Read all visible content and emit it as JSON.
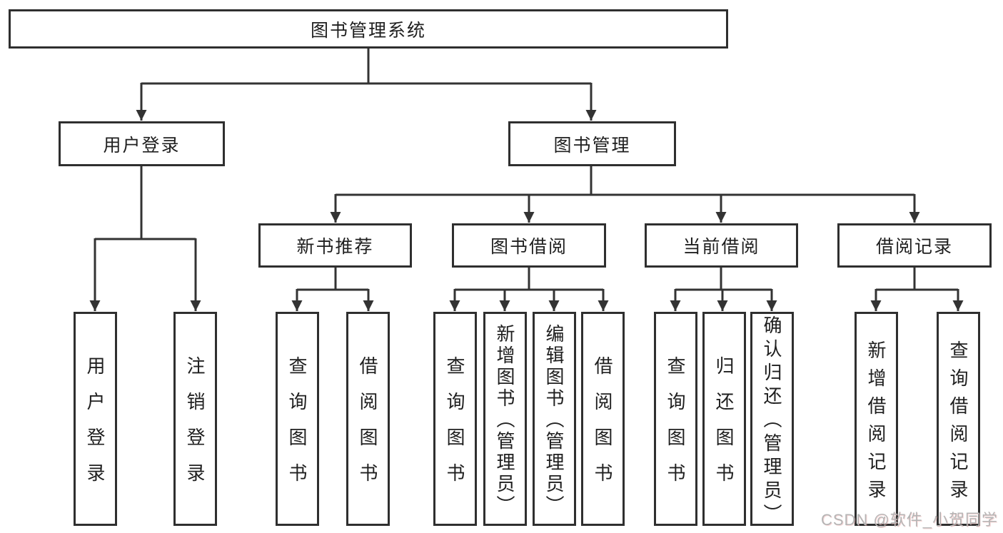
{
  "diagram": {
    "root": {
      "label": "图书管理系统"
    },
    "level2": [
      {
        "id": "user-login",
        "label": "用户登录"
      },
      {
        "id": "book-management",
        "label": "图书管理"
      }
    ],
    "level3": [
      {
        "id": "new-book-recommend",
        "label": "新书推荐"
      },
      {
        "id": "book-borrowing",
        "label": "图书借阅"
      },
      {
        "id": "current-borrowing",
        "label": "当前借阅"
      },
      {
        "id": "borrow-records",
        "label": "借阅记录"
      }
    ],
    "leaves": [
      {
        "group": "user-login",
        "label": "用户登录"
      },
      {
        "group": "user-login",
        "label": "注销登录"
      },
      {
        "group": "new-book-recommend",
        "label": "查询图书"
      },
      {
        "group": "new-book-recommend",
        "label": "借阅图书"
      },
      {
        "group": "book-borrowing",
        "label": "查询图书"
      },
      {
        "group": "book-borrowing",
        "label": "新增图书（管理员）"
      },
      {
        "group": "book-borrowing",
        "label": "编辑图书（管理员）"
      },
      {
        "group": "book-borrowing",
        "label": "借阅图书"
      },
      {
        "group": "current-borrowing",
        "label": "查询图书"
      },
      {
        "group": "current-borrowing",
        "label": "归还图书"
      },
      {
        "group": "current-borrowing",
        "label": "确认归还（管理员）"
      },
      {
        "group": "borrow-records",
        "label": "新增借阅记录"
      },
      {
        "group": "borrow-records",
        "label": "查询借阅记录"
      }
    ]
  },
  "watermark": {
    "text": "CSDN @软件_小贺同学"
  },
  "colors": {
    "line": "#333333",
    "border": "#2f2f2f",
    "text": "#1f1f1f",
    "background": "#ffffff",
    "watermark": "#b5b5b5"
  }
}
